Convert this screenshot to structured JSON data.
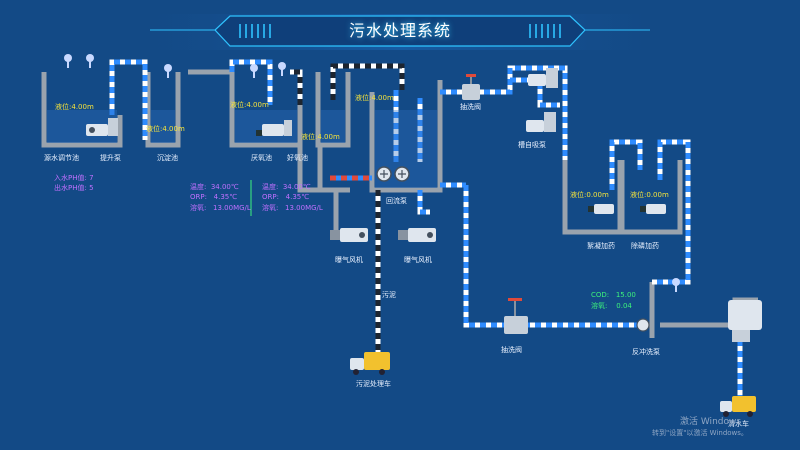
{
  "title": "污水处理系统",
  "tanks": {
    "regulating_pool": {
      "label": "源水调节池",
      "level_label": "液位:",
      "level": "4.00m"
    },
    "settling_pool": {
      "label": "沉淀池",
      "level_label": "液位:",
      "level": "4.00m"
    },
    "anaerobic_pool": {
      "label": "厌氧池",
      "level_label": "液位:",
      "level": "4.00m"
    },
    "aerobic_pool": {
      "label": "好氧池",
      "level_label": "液位:",
      "level": "4.00m"
    },
    "reaction_pool": {
      "label": "回流泵",
      "level_label": "液位:",
      "level": "4.00m"
    },
    "coagulant_tank": {
      "label": "絮凝加药",
      "level_label": "液位:",
      "level": "0.00m"
    },
    "phosphorus_tank": {
      "label": "除磷加药",
      "level_label": "液位:",
      "level": "0.00m"
    }
  },
  "equipment": {
    "lift_pump": "提升泵",
    "blower_1": "曝气风机",
    "blower_2": "曝气风机",
    "backwash_valve_top": "抽洗阀",
    "self_priming_pump": "槽自吸泵",
    "backwash_valve_bottom": "抽洗阀",
    "backwash_pump": "反冲洗泵",
    "sludge_pipe": "污泥",
    "sludge_truck": "污泥处理车",
    "water_truck": "清水车"
  },
  "ph": {
    "inlet_label": "入水PH值:",
    "inlet_value": "7",
    "outlet_label": "出水PH值:",
    "outlet_value": "5"
  },
  "sensors_a": [
    {
      "label": "温度:",
      "value": "34.00℃"
    },
    {
      "label": "ORP:",
      "value": "4.35℃"
    },
    {
      "label": "溶氧:",
      "value": "13.00MG/L"
    }
  ],
  "sensors_b": [
    {
      "label": "温度:",
      "value": "34.00℃"
    },
    {
      "label": "ORP:",
      "value": "4.35℃"
    },
    {
      "label": "溶氧:",
      "value": "13.00MG/L"
    }
  ],
  "cod": {
    "label": "COD:",
    "value": "15.00"
  },
  "do": {
    "label": "溶氧:",
    "value": "0.04"
  },
  "watermark": {
    "line1": "激活 Windows",
    "line2": "转到\"设置\"以激活 Windows。"
  },
  "colors": {
    "background": "#134a86",
    "pipe_wall": "#9aa3ad",
    "flow_blue": "#2f8cff",
    "flow_red": "#e04a3a",
    "label_yellow": "#f5e33c",
    "label_green": "#3cf27c",
    "label_purple": "#c070ff"
  }
}
